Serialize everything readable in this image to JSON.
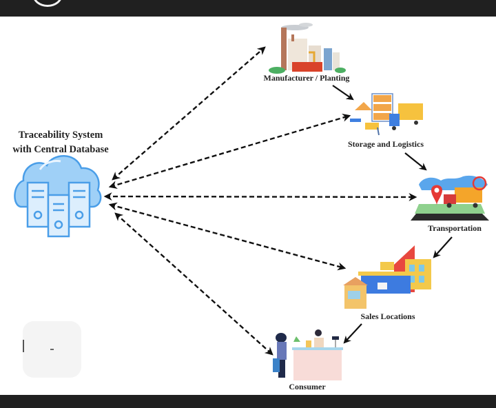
{
  "window": {
    "top_bar_color": "#202020",
    "bottom_bar_color": "#202020"
  },
  "diagram": {
    "title_line1": "Traceability System",
    "title_line2": "with Central Database",
    "center_icon": "cloud-database-icon",
    "accent_color": "#5aaaf0",
    "nodes": [
      {
        "id": "manufacturer",
        "label": "Manufacturer / Planting",
        "icon": "factory-icon"
      },
      {
        "id": "storage",
        "label": "Storage and Logistics",
        "icon": "warehouse-icon"
      },
      {
        "id": "transportation",
        "label": "Transportation",
        "icon": "delivery-truck-map-icon"
      },
      {
        "id": "sales",
        "label": "Sales Locations",
        "icon": "storefront-icon"
      },
      {
        "id": "consumer",
        "label": "Consumer",
        "icon": "shopper-counter-icon"
      }
    ],
    "flow": [
      {
        "from": "manufacturer",
        "to": "storage",
        "style": "solid"
      },
      {
        "from": "storage",
        "to": "transportation",
        "style": "solid"
      },
      {
        "from": "transportation",
        "to": "sales",
        "style": "solid"
      },
      {
        "from": "sales",
        "to": "consumer",
        "style": "solid"
      }
    ],
    "links": [
      {
        "from": "database",
        "to": "manufacturer",
        "style": "dashed",
        "bidirectional": true
      },
      {
        "from": "database",
        "to": "storage",
        "style": "dashed",
        "bidirectional": true
      },
      {
        "from": "database",
        "to": "transportation",
        "style": "dashed",
        "bidirectional": true
      },
      {
        "from": "database",
        "to": "sales",
        "style": "dashed",
        "bidirectional": true
      },
      {
        "from": "database",
        "to": "consumer",
        "style": "dashed",
        "bidirectional": true
      }
    ]
  },
  "floating_button": {
    "label": "-"
  }
}
